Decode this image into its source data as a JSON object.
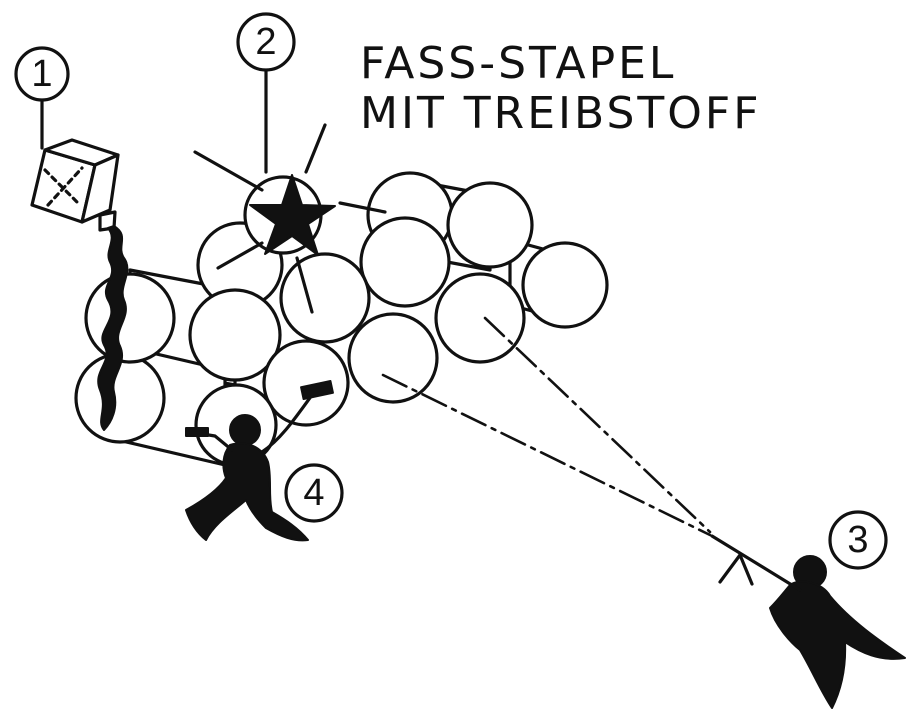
{
  "title": {
    "line1": "FASS-STAPEL",
    "line2": "MIT TREIBSTOFF"
  },
  "markers": {
    "m1": "1",
    "m2": "2",
    "m3": "3",
    "m4": "4"
  }
}
